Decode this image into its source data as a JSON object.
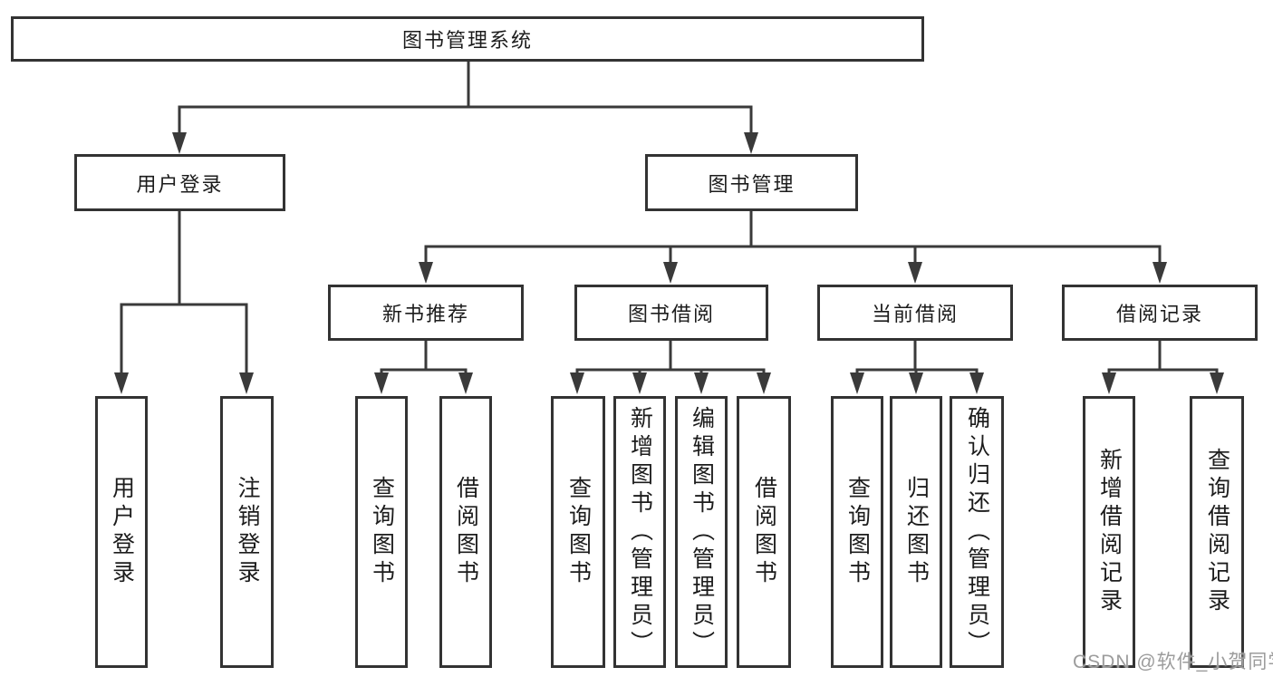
{
  "diagram_type": "functional-structure-tree",
  "tree": {
    "label": "图书管理系统",
    "children": [
      {
        "label": "用户登录",
        "children": [
          {
            "label": "用户登录"
          },
          {
            "label": "注销登录"
          }
        ]
      },
      {
        "label": "图书管理",
        "children": [
          {
            "label": "新书推荐",
            "children": [
              {
                "label": "查询图书"
              },
              {
                "label": "借阅图书"
              }
            ]
          },
          {
            "label": "图书借阅",
            "children": [
              {
                "label": "查询图书"
              },
              {
                "label": "新增图书（管理员）"
              },
              {
                "label": "编辑图书（管理员）"
              },
              {
                "label": "借阅图书"
              }
            ]
          },
          {
            "label": "当前借阅",
            "children": [
              {
                "label": "查询图书"
              },
              {
                "label": "归还图书"
              },
              {
                "label": "确认归还（管理员）"
              }
            ]
          },
          {
            "label": "借阅记录",
            "children": [
              {
                "label": "新增借阅记录"
              },
              {
                "label": "查询借阅记录"
              }
            ]
          }
        ]
      }
    ]
  },
  "watermark": {
    "text": "CSDN @软件_小贺同学",
    "color": "#9c9c9c"
  },
  "colors": {
    "background": "#ffffff",
    "box_border": "#333333",
    "connector_line": "#3a3a3a",
    "text": "#1c1c1c"
  }
}
